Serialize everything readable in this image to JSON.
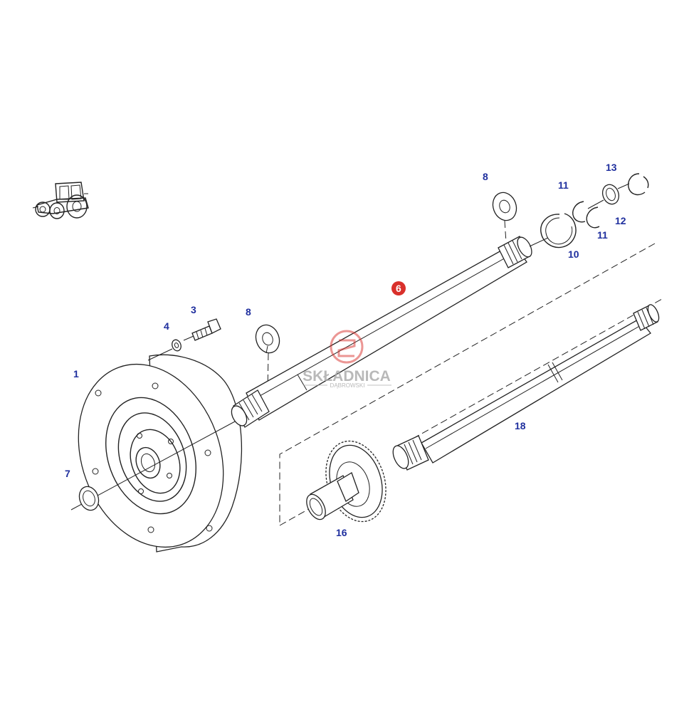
{
  "diagram": {
    "colors": {
      "callout_text": "#1f2f9e",
      "highlight": "#d9302b",
      "watermark": "#a8a8a8",
      "line": "#222222"
    },
    "icon": "tractor-icon",
    "parts": [
      {
        "id": "p1",
        "number": "1",
        "name": "flywheel-damper"
      },
      {
        "id": "p3",
        "number": "3",
        "name": "bolt"
      },
      {
        "id": "p4",
        "number": "4",
        "name": "washer"
      },
      {
        "id": "p6",
        "number": "6",
        "name": "pto-shaft",
        "highlighted": true
      },
      {
        "id": "p7",
        "number": "7",
        "name": "o-ring"
      },
      {
        "id": "p8a",
        "number": "8",
        "name": "thrust-washer-rear"
      },
      {
        "id": "p8b",
        "number": "8",
        "name": "thrust-washer-front"
      },
      {
        "id": "p10",
        "number": "10",
        "name": "snap-ring"
      },
      {
        "id": "p11a",
        "number": "11",
        "name": "half-ring-upper"
      },
      {
        "id": "p11b",
        "number": "11",
        "name": "half-ring-lower"
      },
      {
        "id": "p12",
        "number": "12",
        "name": "seal-ring"
      },
      {
        "id": "p13",
        "number": "13",
        "name": "bearing-ring"
      },
      {
        "id": "p16",
        "number": "16",
        "name": "drive-gear"
      },
      {
        "id": "p18",
        "number": "18",
        "name": "input-shaft"
      }
    ],
    "watermark": {
      "brand": "SKŁADNICA",
      "sub": "DĄBROWSKI"
    }
  }
}
